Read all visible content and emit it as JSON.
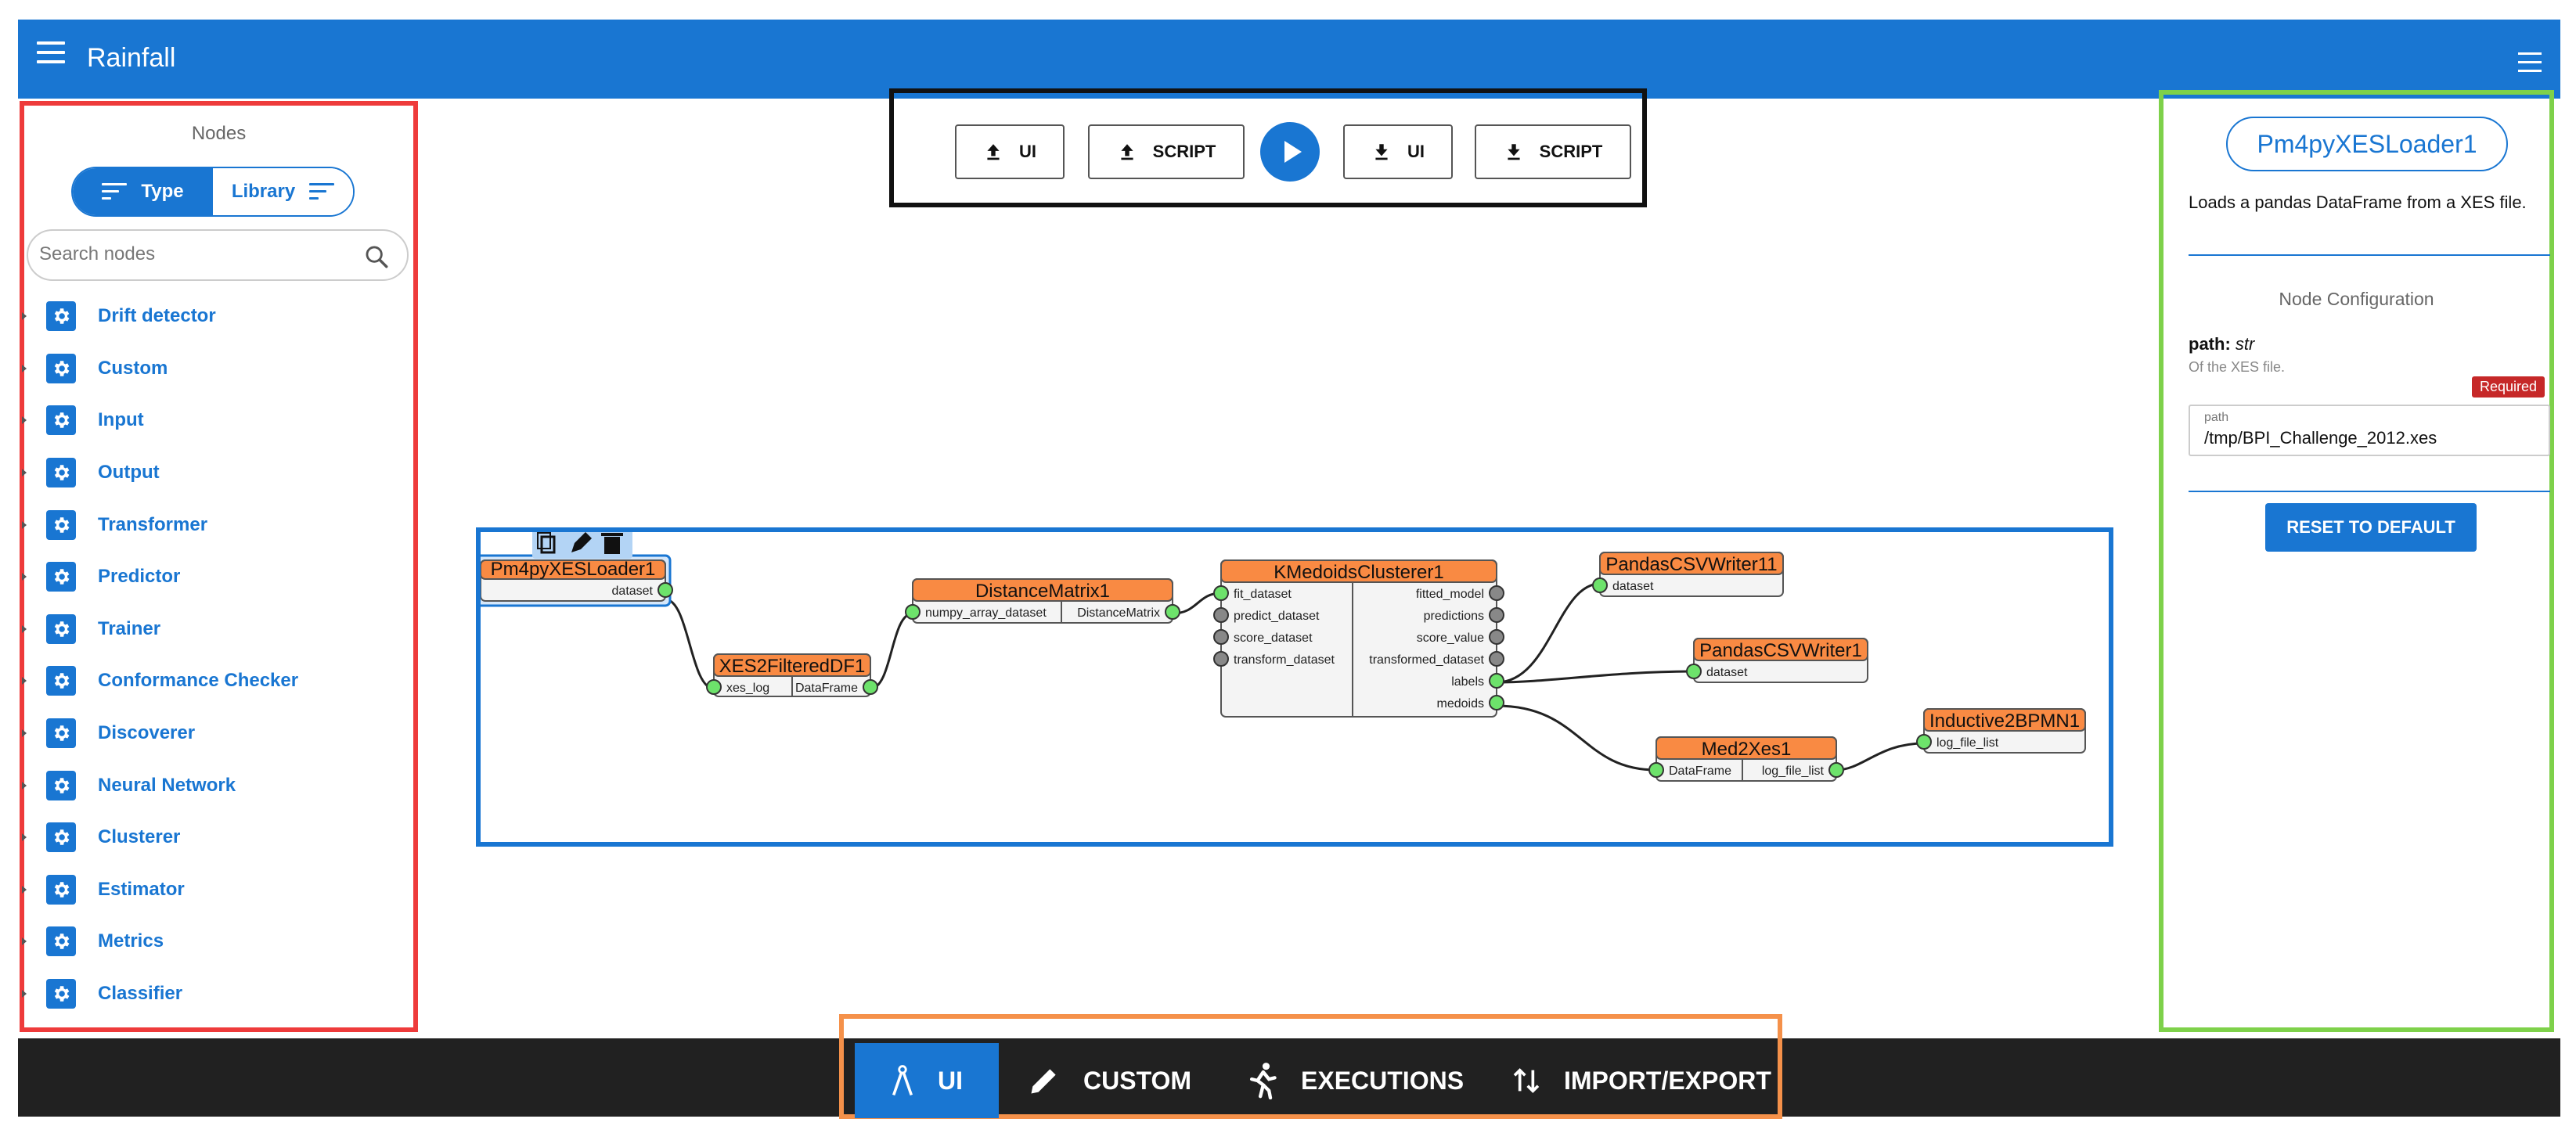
{
  "app": {
    "title": "Rainfall"
  },
  "palette": {
    "heading": "Nodes",
    "toggle": {
      "type_label": "Type",
      "library_label": "Library"
    },
    "search_placeholder": "Search nodes",
    "items": [
      {
        "label": "Drift detector"
      },
      {
        "label": "Custom"
      },
      {
        "label": "Input"
      },
      {
        "label": "Output"
      },
      {
        "label": "Transformer"
      },
      {
        "label": "Predictor"
      },
      {
        "label": "Trainer"
      },
      {
        "label": "Conformance Checker"
      },
      {
        "label": "Discoverer"
      },
      {
        "label": "Neural Network"
      },
      {
        "label": "Clusterer"
      },
      {
        "label": "Estimator"
      },
      {
        "label": "Metrics"
      },
      {
        "label": "Classifier"
      }
    ]
  },
  "toolbar": {
    "upload_ui": "UI",
    "upload_script": "SCRIPT",
    "download_ui": "UI",
    "download_script": "SCRIPT"
  },
  "graph": {
    "nodes": [
      {
        "title": "Pm4pyXESLoader1",
        "inputs": [],
        "outputs": [
          "dataset"
        ]
      },
      {
        "title": "XES2FilteredDF1",
        "inputs": [
          "xes_log"
        ],
        "outputs": [
          "DataFrame"
        ]
      },
      {
        "title": "DistanceMatrix1",
        "inputs": [
          "numpy_array_dataset"
        ],
        "outputs": [
          "DistanceMatrix"
        ]
      },
      {
        "title": "KMedoidsClusterer1",
        "inputs": [
          "fit_dataset",
          "predict_dataset",
          "score_dataset",
          "transform_dataset"
        ],
        "outputs": [
          "fitted_model",
          "predictions",
          "score_value",
          "transformed_dataset",
          "labels",
          "medoids"
        ]
      },
      {
        "title": "PandasCSVWriter11",
        "inputs": [
          "dataset"
        ],
        "outputs": []
      },
      {
        "title": "PandasCSVWriter1",
        "inputs": [
          "dataset"
        ],
        "outputs": []
      },
      {
        "title": "Med2Xes1",
        "inputs": [
          "DataFrame"
        ],
        "outputs": [
          "log_file_list"
        ]
      },
      {
        "title": "Inductive2BPMN1",
        "inputs": [
          "log_file_list"
        ],
        "outputs": []
      }
    ]
  },
  "config": {
    "node_name": "Pm4pyXESLoader1",
    "description": "Loads a pandas DataFrame from a XES file.",
    "section_title": "Node Configuration",
    "param_name": "path:",
    "param_type": "str",
    "param_desc": "Of the XES file.",
    "required_badge": "Required",
    "field_label": "path",
    "field_value": "/tmp/BPI_Challenge_2012.xes",
    "reset_label": "RESET TO DEFAULT"
  },
  "bottom_nav": {
    "tabs": [
      {
        "label": "UI",
        "icon": "compass-icon"
      },
      {
        "label": "CUSTOM",
        "icon": "pencil-icon"
      },
      {
        "label": "EXECUTIONS",
        "icon": "running-icon"
      },
      {
        "label": "IMPORT/EXPORT",
        "icon": "swap-vertical-icon"
      }
    ]
  },
  "colors": {
    "primary": "#1976d2",
    "node_header": "#f98a43",
    "port_green": "#6de26b",
    "port_gray": "#888888",
    "bottom_bar": "#212121"
  }
}
